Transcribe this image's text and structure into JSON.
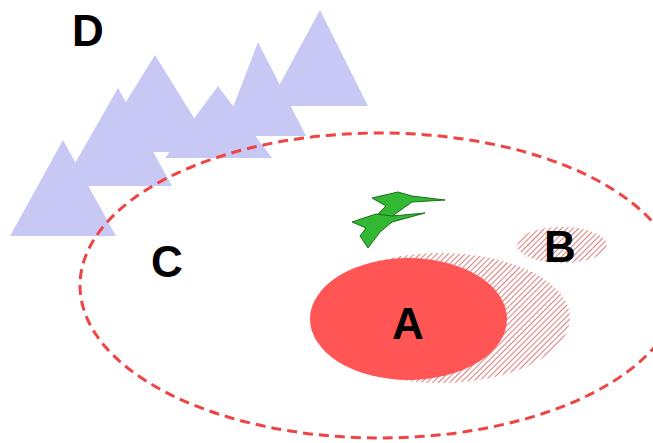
{
  "diagram": {
    "nodes": [
      {
        "text": [
          "C"
        ]
      },
      {
        "text": [
          "A"
        ],
        "in": 0
      },
      {
        "text": [
          "B"
        ],
        "in": 0
      }
    ],
    "labels": [
      "D"
    ]
  }
}
